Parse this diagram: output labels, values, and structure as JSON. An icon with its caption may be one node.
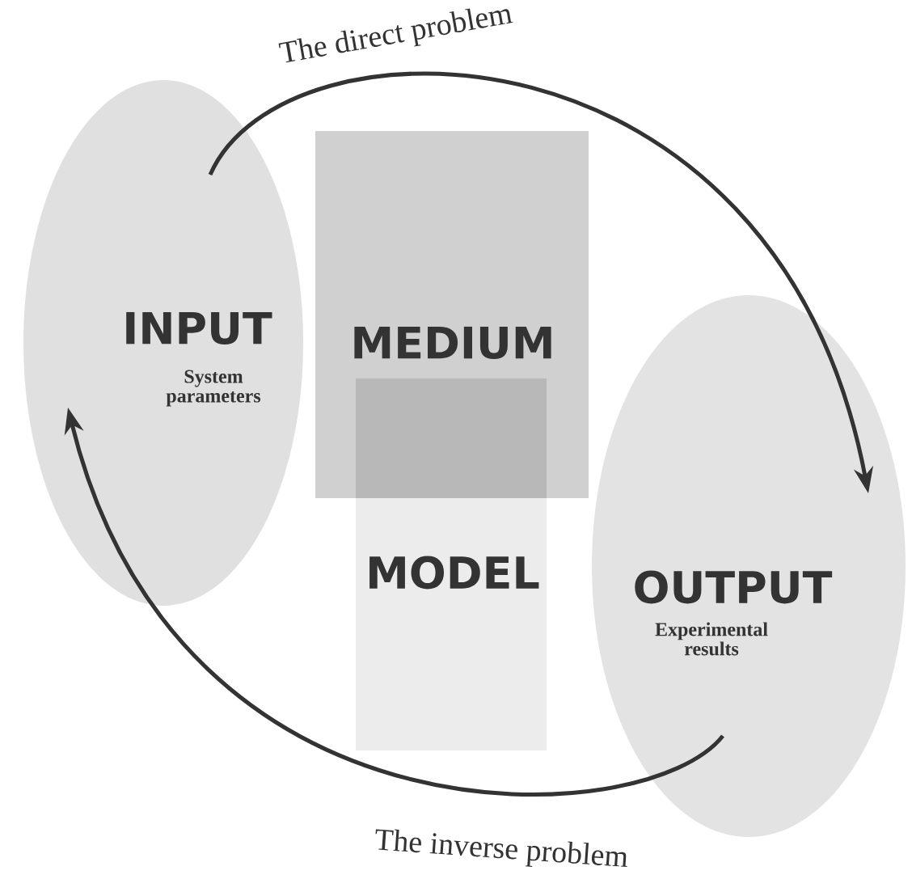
{
  "diagram": {
    "nodes": [
      {
        "text": [
          "INPUT",
          "System parameters"
        ]
      },
      {
        "text": [
          "MEDIUM"
        ]
      },
      {
        "text": [
          "MODEL"
        ]
      },
      {
        "text": [
          "OUTPUT",
          "Experimental results"
        ]
      }
    ],
    "edges": [
      {
        "from": 0,
        "to": 3,
        "arrow": "to",
        "label": "The direct problem"
      },
      {
        "from": 3,
        "to": 0,
        "arrow": "to",
        "label": "The inverse problem"
      }
    ]
  }
}
